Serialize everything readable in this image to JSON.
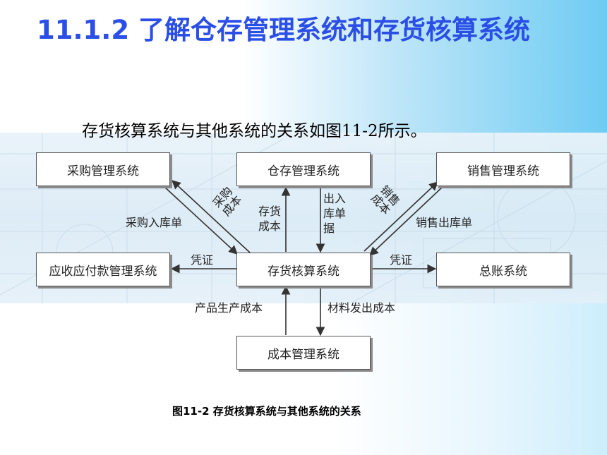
{
  "title": "11.1.2  了解仓存管理系统和存货核算系统",
  "intro": "存货核算系统与其他系统的关系如图11-2所示。",
  "caption": "图11-2  存货核算系统与其他系统的关系",
  "nodes": {
    "purchase": "采购管理系统",
    "warehouse": "仓存管理系统",
    "sales": "销售管理系统",
    "receivable": "应收应付款管理系统",
    "inventory": "存货核算系统",
    "ledger": "总账系统",
    "cost": "成本管理系统"
  },
  "edges": {
    "purchase_receipt": "采购入库单",
    "purchase_cost": "采购成本",
    "inventory_cost": "存货成本",
    "in_out_docs": "出入库单据",
    "sales_cost": "销售成本",
    "sales_delivery": "销售出库单",
    "voucher_left": "凭证",
    "voucher_right": "凭证",
    "production_cost": "产品生产成本",
    "material_cost": "材料发出成本"
  },
  "colors": {
    "title": "#2b4fe6",
    "box_border": "#555555",
    "arrow": "#333333"
  }
}
